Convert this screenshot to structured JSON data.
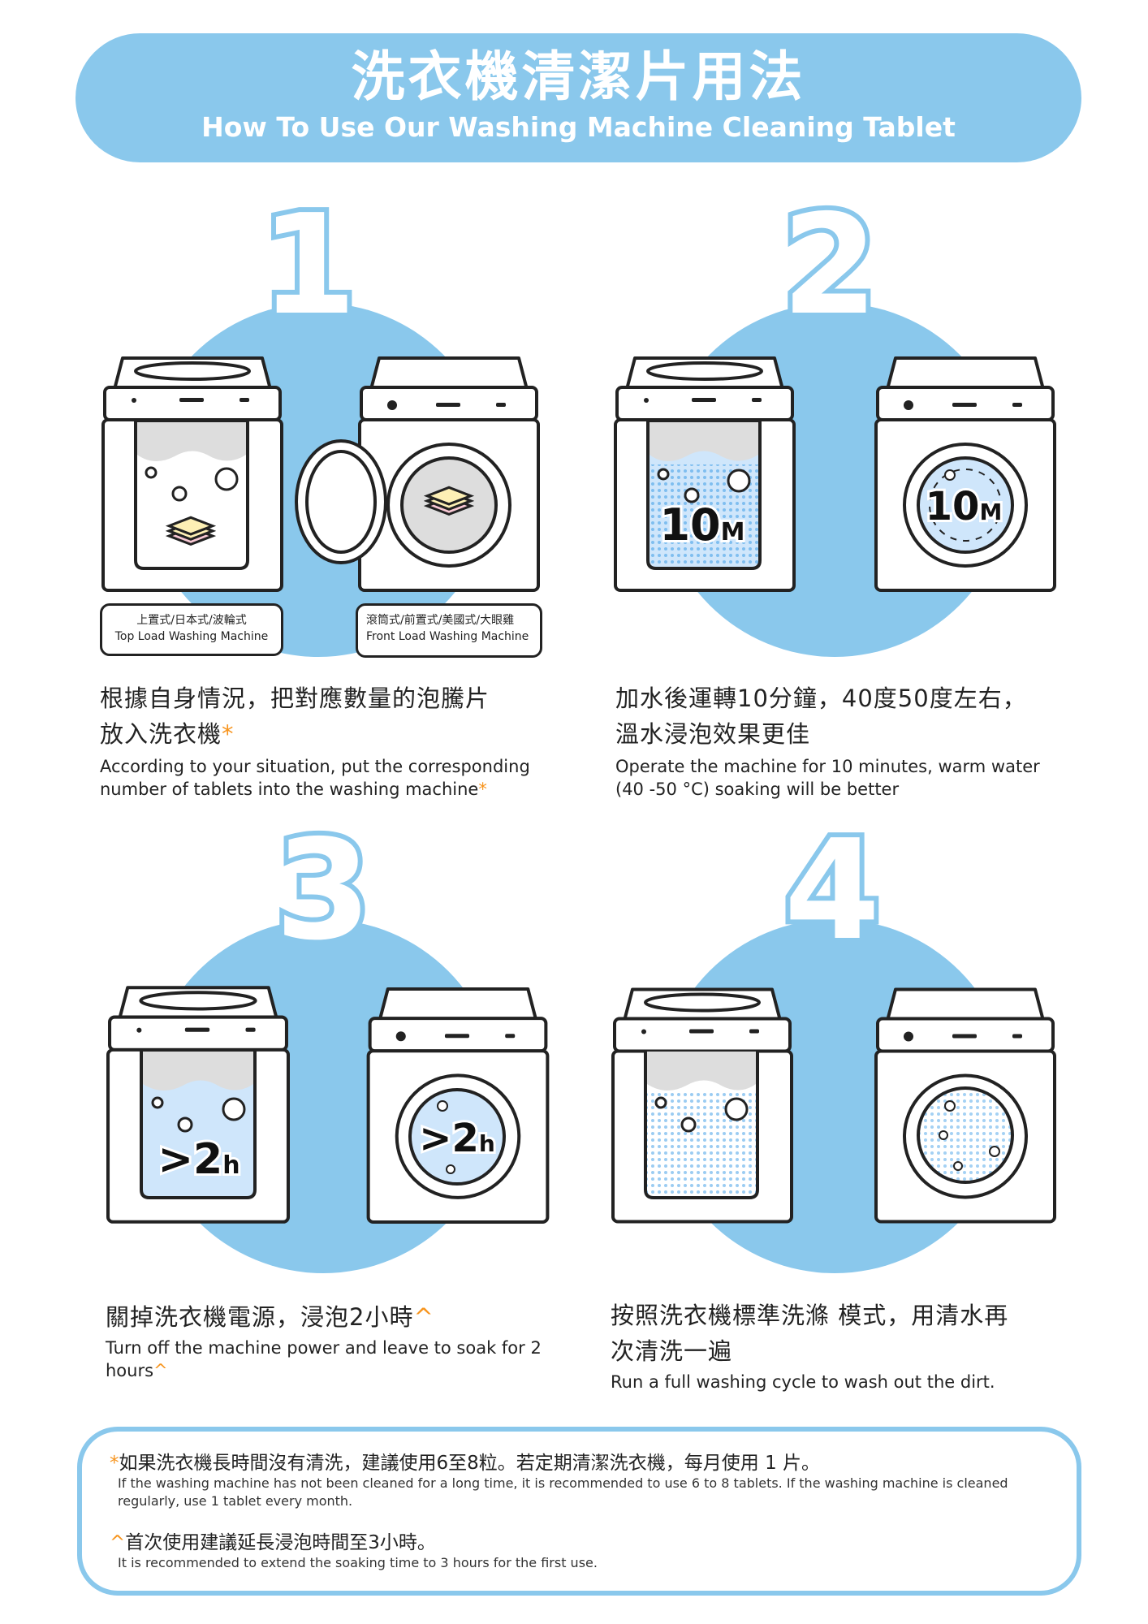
{
  "header": {
    "title_cn": "洗衣機清潔片用法",
    "title_en": "How To Use Our Washing Machine Cleaning Tablet"
  },
  "colors": {
    "accent": "#8ac8ec",
    "asterisk": "#f7941d",
    "water": "#cfe6fb"
  },
  "steps": [
    {
      "number": "1",
      "labels": [
        {
          "cn": "上置式/日本式/波輪式",
          "en": "Top Load Washing Machine"
        },
        {
          "cn": "滾筒式/前置式/美國式/大眼雞",
          "en": "Front Load Washing Machine"
        }
      ],
      "text_cn_1": "根據自身情況，把對應數量的泡騰片",
      "text_cn_2": "放入洗衣機",
      "mark": "*",
      "text_en_1": "According to your situation, put the corresponding",
      "text_en_2": "number of tablets into the washing machine"
    },
    {
      "number": "2",
      "badge": "10",
      "badge_unit": "M",
      "text_cn_1": "加水後運轉10分鐘，40度50度左右，",
      "text_cn_2": "溫水浸泡效果更佳",
      "text_en_1": "Operate the machine for 10 minutes, warm water",
      "text_en_2": "(40 -50 °C) soaking will be better"
    },
    {
      "number": "3",
      "badge": ">2",
      "badge_unit": "h",
      "text_cn_1": "關掉洗衣機電源，浸泡2小時",
      "mark": "^",
      "text_en_1": "Turn off the machine power and leave to soak for 2",
      "text_en_2": "hours"
    },
    {
      "number": "4",
      "text_cn_1": "按照洗衣機標準洗滌 模式，用清水再",
      "text_cn_2": "次清洗一遍",
      "text_en_1": "Run a full washing cycle to wash out the dirt."
    }
  ],
  "notes": [
    {
      "mark": "*",
      "cn": "如果洗衣機長時間沒有清洗，建議使用6至8粒。若定期清潔洗衣機，每月使用 1 片。",
      "en": "If the washing machine has not been cleaned for a long time, it is recommended to use 6 to 8 tablets. If the washing machine is cleaned regularly, use 1 tablet every month."
    },
    {
      "mark": "^",
      "cn": "首次使用建議延長浸泡時間至3小時。",
      "en": "It is recommended to extend the soaking time to 3 hours for the first use."
    }
  ]
}
